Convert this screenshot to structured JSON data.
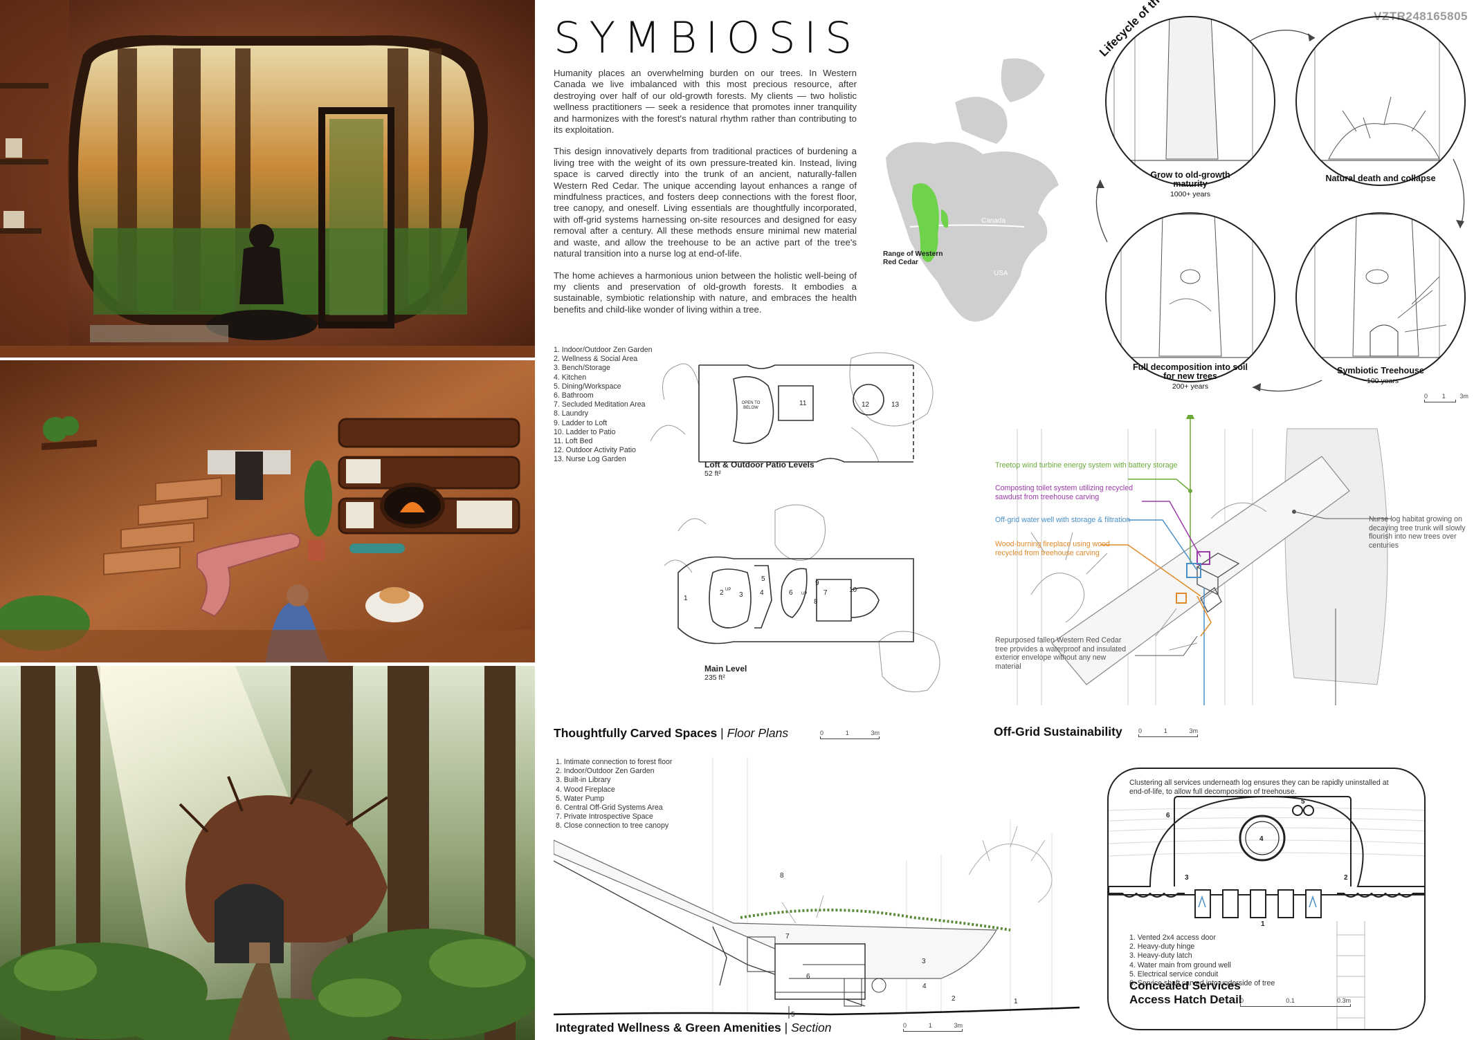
{
  "project_code": "VZTR248165805",
  "title": "SYMBIOSIS",
  "intro": [
    "Humanity places an overwhelming burden on our trees. In Western Canada we live imbalanced with this most precious resource, after destroying over half of our old-growth forests. My clients — two holistic wellness practitioners — seek a residence that promotes inner tranquility and harmonizes with the forest's natural rhythm rather than contributing to its exploitation.",
    "This design innovatively departs from traditional practices of burdening a living tree with the weight of its own pressure-treated kin. Instead, living space is carved directly into the trunk of an ancient, naturally-fallen Western Red Cedar. The unique accending layout enhances a range of mindfulness practices, and fosters deep connections with the forest floor, tree canopy, and oneself. Living essentials are thoughtfully incorporated, with off-grid systems harnessing on-site resources and designed for easy removal after a century. All these methods ensure minimal new material and waste, and allow the treehouse to be an active part of the tree's natural transition into a nurse log at end-of-life.",
    "The home achieves a harmonious union between the holistic well-being of my clients and preservation of old-growth forests. It embodies a sustainable, symbiotic relationship with nature, and embraces the health benefits and child-like wonder of living within a tree."
  ],
  "map": {
    "canada_label": "Canada",
    "usa_label": "USA",
    "range_label": "Range of Western Red Cedar"
  },
  "lifecycle": {
    "title": "Lifecycle of the Tree",
    "stages": [
      {
        "label": "Grow to old-growth maturity",
        "sub": "1000+ years"
      },
      {
        "label": "Natural death and collapse",
        "sub": ""
      },
      {
        "label": "Full decomposition into soil for new trees",
        "sub": "200+ years"
      },
      {
        "label": "Symbiotic Treehouse",
        "sub": "~100 years"
      }
    ],
    "scale": [
      "0",
      "1",
      "3m"
    ]
  },
  "floor_plans": {
    "legend": [
      "1.  Indoor/Outdoor Zen Garden",
      "2.  Wellness & Social Area",
      "3.  Bench/Storage",
      "4.  Kitchen",
      "5.  Dining/Workspace",
      "6.  Bathroom",
      "7.  Secluded Meditation Area",
      "8.  Laundry",
      "9.  Ladder to Loft",
      "10. Ladder to Patio",
      "11. Loft Bed",
      "12. Outdoor Activity Patio",
      "13. Nurse Log Garden"
    ],
    "upper_plan_label": "Loft & Outdoor Patio Levels",
    "upper_plan_area": "52 ft²",
    "open_to_below": "OPEN TO BELOW",
    "main_plan_label": "Main Level",
    "main_plan_area": "235 ft²",
    "up_label": "UP",
    "section_title": "Thoughtfully Carved Spaces",
    "section_subtitle": "Floor Plans",
    "scale": [
      "0",
      "1",
      "3m"
    ],
    "room_numbers_upper": [
      "11",
      "12",
      "13"
    ],
    "room_numbers_main": [
      "1",
      "2",
      "3",
      "4",
      "5",
      "6",
      "7",
      "8",
      "9",
      "10"
    ]
  },
  "sustainability": {
    "notes": [
      {
        "text": "Treetop wind turbine energy system with battery storage",
        "color": "#6aaa3a"
      },
      {
        "text": "Composting toilet system utilizing recycled sawdust from treehouse carving",
        "color": "#9a3aa8"
      },
      {
        "text": "Off-grid water well with storage & filtration",
        "color": "#4a90c8"
      },
      {
        "text": "Wood-burning fireplace using wood recycled from treehouse carving",
        "color": "#e08a2a"
      }
    ],
    "nurse_log_note": "Nurse log habitat growing on decaying tree trunk will slowly flourish into new trees over centuries",
    "envelope_note": "Repurposed fallen Western Red Cedar tree provides a waterproof and insulated exterior envelope without any new material",
    "section_title": "Off-Grid Sustainability",
    "scale": [
      "0",
      "1",
      "3m"
    ]
  },
  "section": {
    "legend": [
      "1.  Intimate connection to forest floor",
      "2.  Indoor/Outdoor Zen Garden",
      "3.  Built-in Library",
      "4.  Wood Fireplace",
      "5.  Water Pump",
      "6.  Central Off-Grid Systems Area",
      "7.  Private Introspective Space",
      "8.  Close connection to tree canopy"
    ],
    "numbers": [
      "1",
      "2",
      "3",
      "4",
      "5",
      "6",
      "7",
      "8"
    ],
    "title": "Integrated Wellness & Green Amenities",
    "subtitle": "Section",
    "scale": [
      "0",
      "1",
      "3m"
    ]
  },
  "hatch": {
    "note": "Clustering all services underneath log ensures they can be rapidly uninstalled at end-of-life, to allow full decomposition of treehouse.",
    "legend": [
      "1.  Vented 2x4 access door",
      "2.  Heavy-duty hinge",
      "3.  Heavy-duty latch",
      "4.  Water main from ground well",
      "5.  Electrical service conduit",
      "6.  Service shaft carved into underside of tree"
    ],
    "numbers": [
      "1",
      "2",
      "3",
      "4",
      "5",
      "6"
    ],
    "title_line1": "Concealed Services",
    "title_line2": "Access Hatch Detail",
    "scale": [
      "0",
      "0.1",
      "0.3m"
    ]
  }
}
